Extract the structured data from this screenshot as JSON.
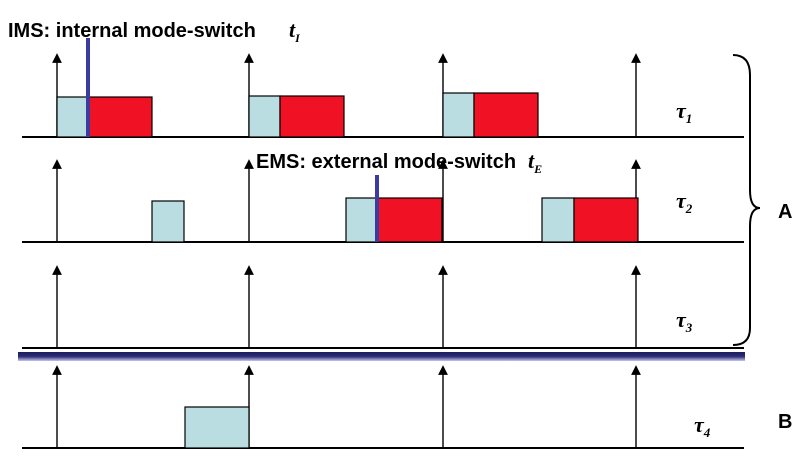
{
  "annotations": {
    "ims": {
      "label": "IMS: internal mode-switch",
      "symbol": "t",
      "subscript": "I"
    },
    "ems": {
      "label": "EMS: external mode-switch",
      "symbol": "t",
      "subscript": "E"
    }
  },
  "tasks": [
    {
      "symbol": "τ",
      "subscript": "1"
    },
    {
      "symbol": "τ",
      "subscript": "2"
    },
    {
      "symbol": "τ",
      "subscript": "3"
    },
    {
      "symbol": "τ",
      "subscript": "4"
    }
  ],
  "groups": {
    "a": "A",
    "b": "B"
  },
  "colors": {
    "lo_mode": "#b9dde0",
    "hi_mode": "#f01224",
    "mode_switch_marker": "#3c3ca0",
    "separator": "#23235f",
    "axis": "#000000"
  }
}
